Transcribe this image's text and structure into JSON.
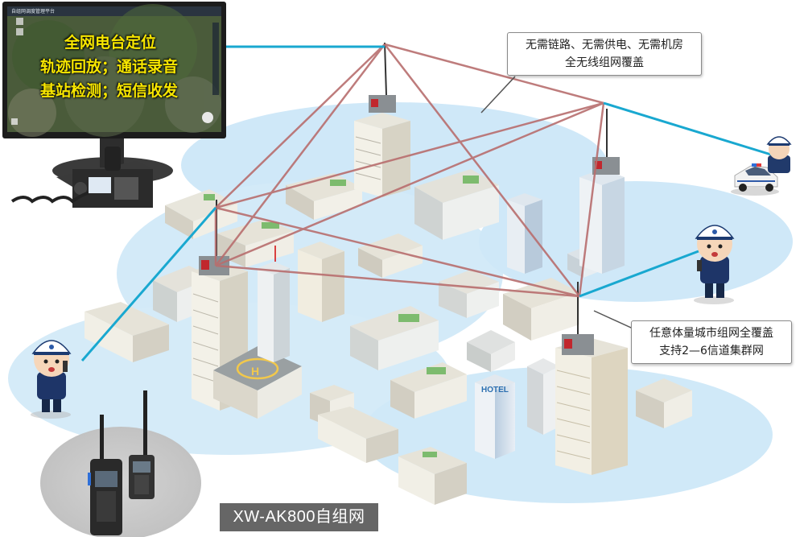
{
  "monitor": {
    "app_title": "自组网调度管理平台",
    "overlay_lines": [
      "全网电台定位",
      "轨迹回放；通话录音",
      "基站检测；短信收发"
    ]
  },
  "callouts": {
    "top": [
      "无需链路、无需供电、无需机房",
      "全无线组网覆盖"
    ],
    "bottom": [
      "任意体量城市组网全覆盖",
      "支持2—6信道集群网"
    ]
  },
  "signs": {
    "hotel": "HOTEL",
    "helipad": "H"
  },
  "product_label": "XW-AK800自组网",
  "colors": {
    "link_line": "#b86e6e",
    "radio_line": "#19a8d0",
    "coverage": "#c9e6f7",
    "overlay_text": "#f7e600"
  }
}
